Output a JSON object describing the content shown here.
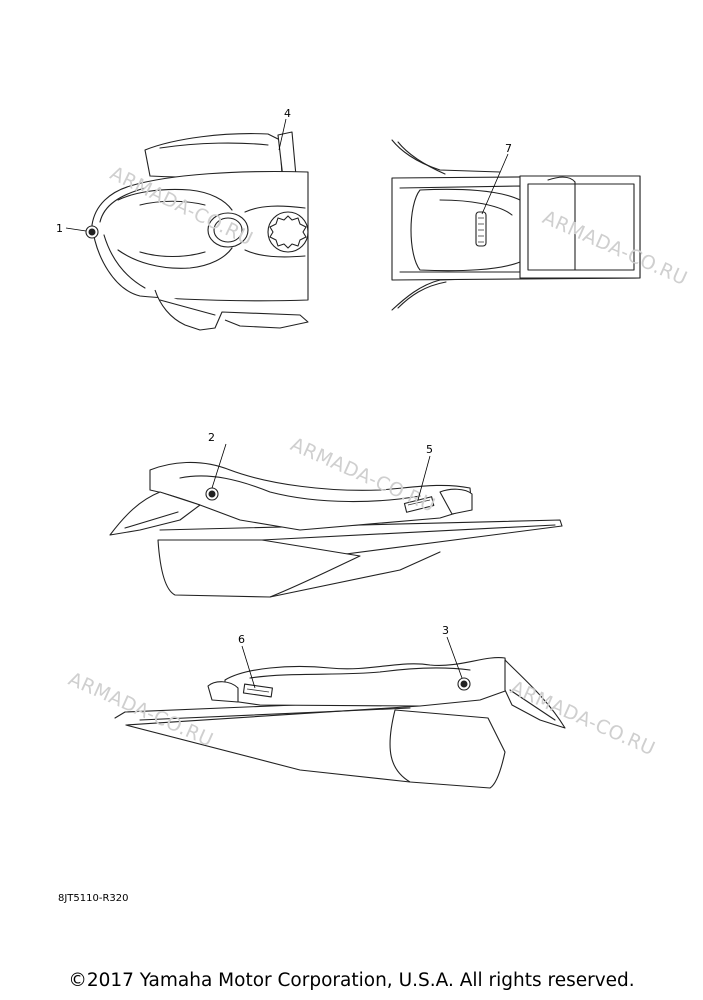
{
  "callouts": [
    "1",
    "2",
    "3",
    "4",
    "5",
    "6",
    "7"
  ],
  "watermark": "ARMADA-CO.RU",
  "part_code": "8JT5110-R320",
  "copyright": "©2017 Yamaha Motor Corporation, U.S.A. All rights reserved."
}
